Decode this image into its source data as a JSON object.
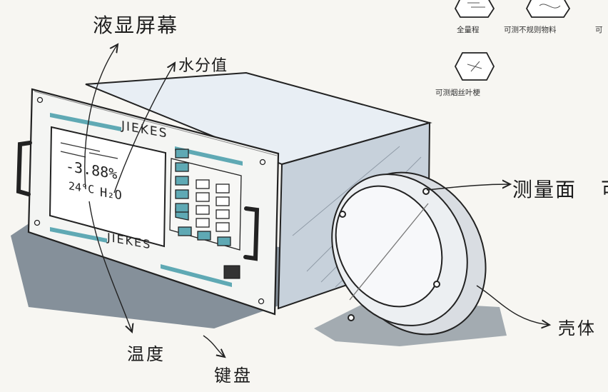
{
  "annotations": {
    "screen": "液显屏幕",
    "moisture": "水分值",
    "surface": "测量面",
    "surface_cut": "可",
    "shell": "壳体",
    "temperature": "温度",
    "keyboard": "键盘"
  },
  "display": {
    "value": "-3.88%",
    "temperature": "24°C",
    "unit": "H₂O"
  },
  "brand": {
    "top": "JIEKES",
    "bottom": "JIEKES"
  },
  "legend": {
    "full_range": "全量程",
    "irregular": "可测不规则物料",
    "cut_third": "可",
    "shreds": "可测烟丝叶梗"
  },
  "colors": {
    "accent": "#5fa9b4",
    "shadow": "#5f6e7c",
    "line": "#1f1f1f"
  }
}
